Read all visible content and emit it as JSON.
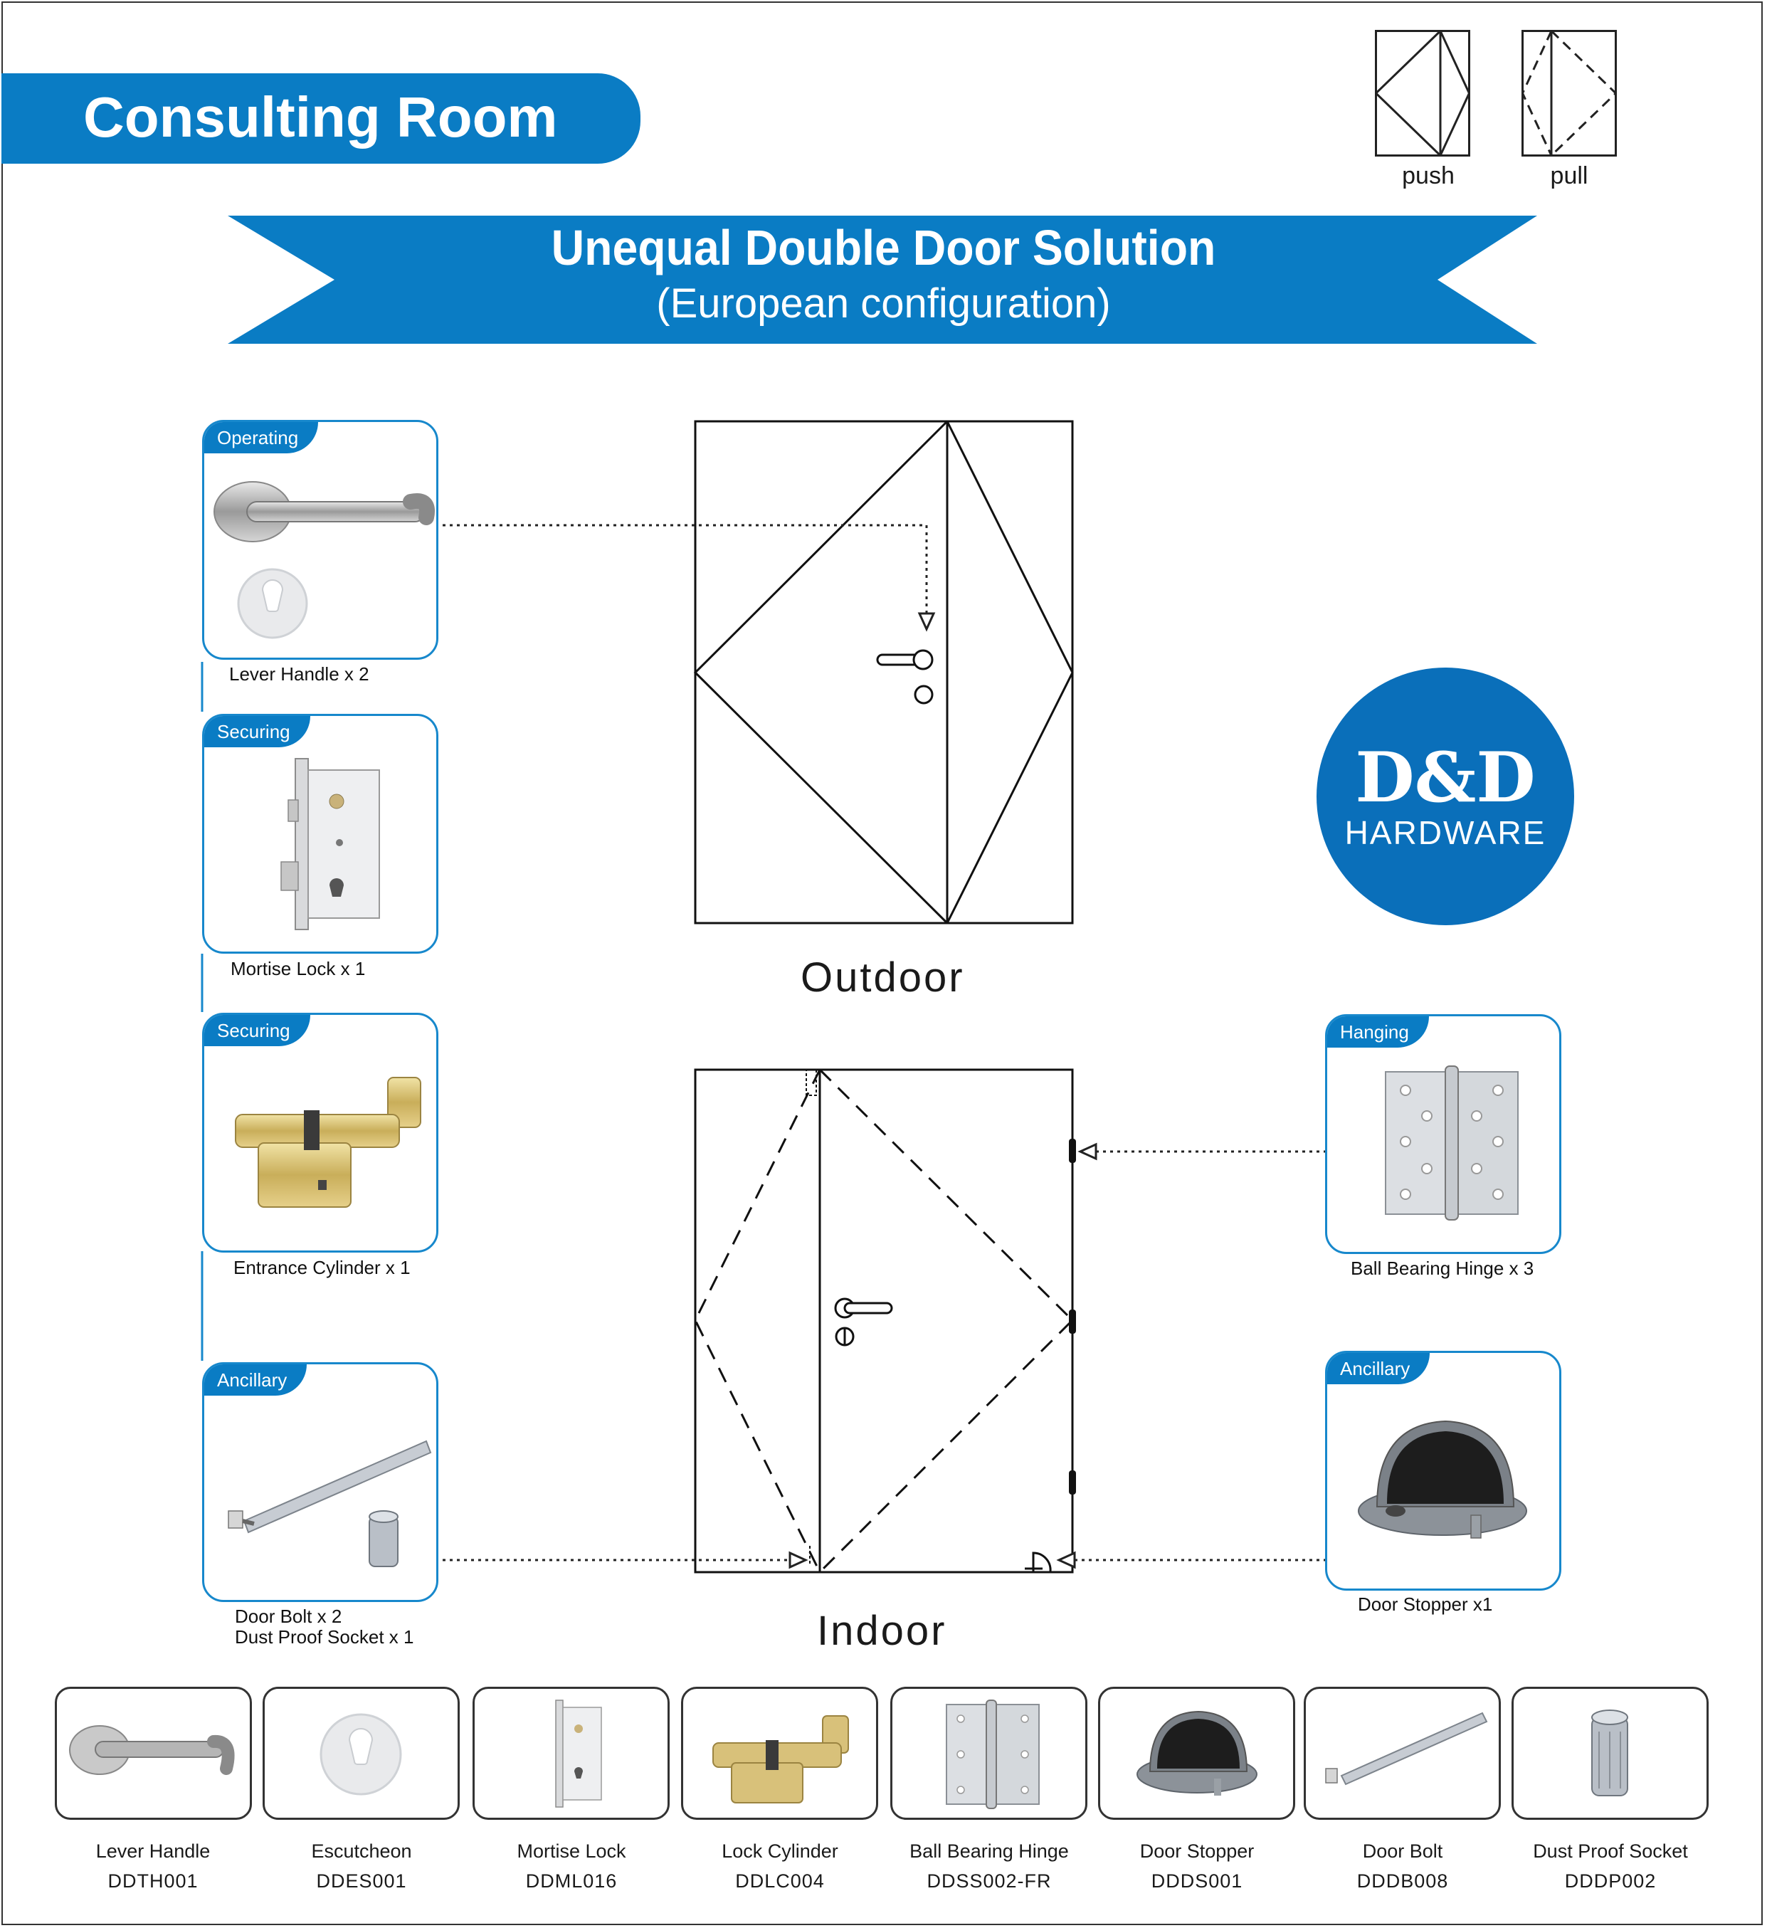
{
  "header": {
    "section_title": "Consulting Room",
    "banner_title": "Unequal Double Door Solution",
    "banner_subtitle": "(European configuration)"
  },
  "legend": {
    "push_label": "push",
    "pull_label": "pull"
  },
  "doors": {
    "outdoor_label": "Outdoor",
    "indoor_label": "Indoor"
  },
  "logo": {
    "main": "D&D",
    "sub": "HARDWARE"
  },
  "cards": [
    {
      "tag": "Operating",
      "caption": "Lever Handle x 2"
    },
    {
      "tag": "Securing",
      "caption": "Mortise Lock x 1"
    },
    {
      "tag": "Securing",
      "caption": "Entrance Cylinder x 1"
    },
    {
      "tag": "Ancillary",
      "caption_line1": "Door Bolt x 2",
      "caption_line2": "Dust  Proof Socket  x 1"
    },
    {
      "tag": "Hanging",
      "caption": "Ball Bearing Hinge x 3"
    },
    {
      "tag": "Ancillary",
      "caption": "Door Stopper x1"
    }
  ],
  "products": [
    {
      "name": "Lever Handle",
      "code": "DDTH001"
    },
    {
      "name": "Escutcheon",
      "code": "DDES001"
    },
    {
      "name": "Mortise Lock",
      "code": "DDML016"
    },
    {
      "name": "Lock Cylinder",
      "code": "DDLC004"
    },
    {
      "name": "Ball Bearing Hinge",
      "code": "DDSS002-FR"
    },
    {
      "name": "Door Stopper",
      "code": "DDDS001"
    },
    {
      "name": "Door Bolt",
      "code": "DDDB008"
    },
    {
      "name": "Dust Proof Socket",
      "code": "DDDP002"
    }
  ],
  "colors": {
    "accent": "#0a7cc4",
    "card_border": "#1788cc",
    "logo": "#0a6fba"
  }
}
